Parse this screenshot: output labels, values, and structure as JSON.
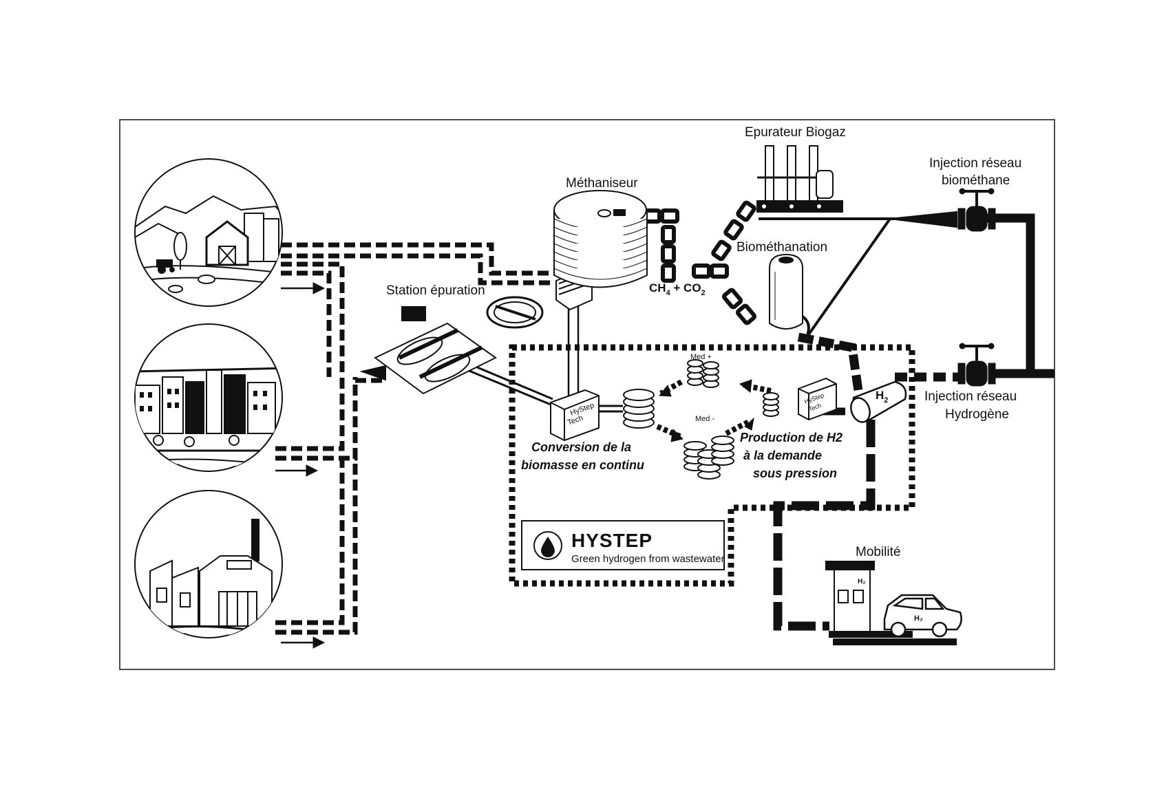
{
  "labels": {
    "epurateur": "Epurateur Biogaz",
    "methaniseur": "Méthaniseur",
    "injection_bio_1": "Injection réseau",
    "injection_bio_2": "biométhane",
    "biomethanation": "Biométhanation",
    "station": "Station épuration",
    "ch4": "CH",
    "ch4_sub": "4",
    "plus": " + CO",
    "co2_sub": "2",
    "med_plus": "Med +",
    "med_minus": "Med -",
    "hystep_tech_1": "HyStep",
    "hystep_tech_2": "Tech",
    "h2": "H",
    "h2_sub": "2",
    "injection_h2_1": "Injection réseau",
    "injection_h2_2": "Hydrogène",
    "conversion_1": "Conversion de la",
    "conversion_2": "biomasse en continu",
    "production_1": "Production de H2",
    "production_2": "à la demande",
    "production_3": "sous pression",
    "mobilite": "Mobilité",
    "pump_h2": "H₂",
    "car_h2": "H₂"
  },
  "brand": {
    "name": "HYSTEP",
    "tagline": "Green hydrogen from wastewater"
  },
  "icons": [
    "farm-icon",
    "city-icon",
    "factory-icon",
    "digester-icon",
    "purifier-icon",
    "valve-icon",
    "wastewater-plant-icon",
    "hystep-tech-unit-icon",
    "storage-stack-icon",
    "h2-tank-icon",
    "fuel-pump-icon",
    "car-icon",
    "droplet-logo-icon",
    "arrow-right-icon"
  ],
  "colors": {
    "ink": "#111111",
    "background": "#ffffff"
  }
}
